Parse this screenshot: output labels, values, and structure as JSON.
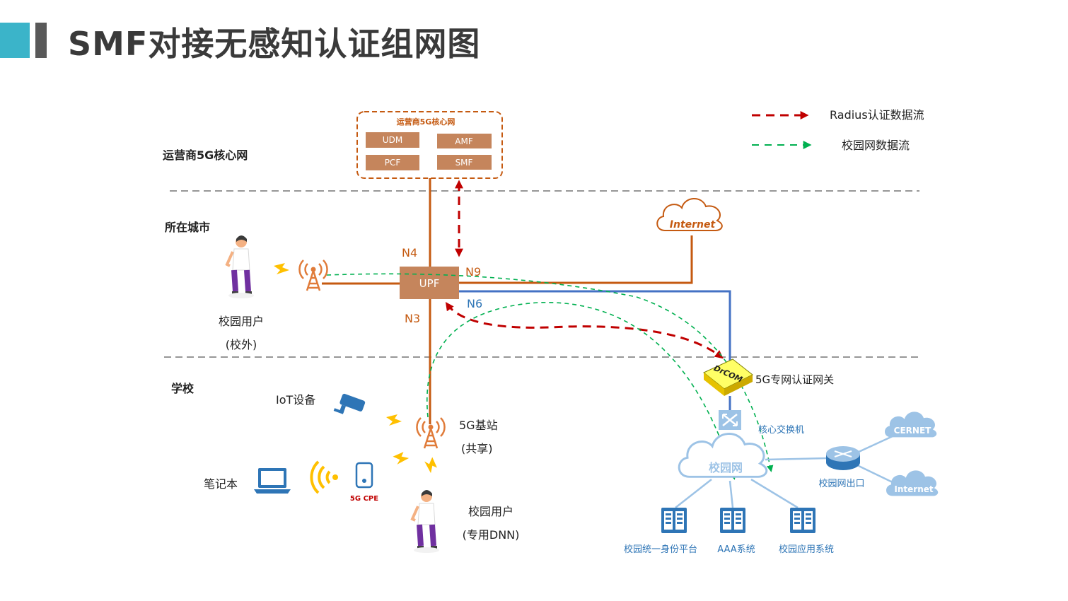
{
  "title": "SMF对接无感知认证组网图",
  "zones": {
    "core": "运营商5G核心网",
    "city": "所在城市",
    "school": "学校"
  },
  "core_box": {
    "label": "运营商5G核心网",
    "nf": [
      "UDM",
      "AMF",
      "PCF",
      "SMF"
    ]
  },
  "upf": "UPF",
  "interfaces": {
    "n4": "N4",
    "n9": "N9",
    "n6": "N6",
    "n3": "N3"
  },
  "internet_top": "Internet",
  "legend": {
    "radius": "Radius认证数据流",
    "campus": "校园网数据流"
  },
  "off_campus_user": {
    "line1": "校园用户",
    "line2": "(校外)"
  },
  "iot": "IoT设备",
  "laptop": "笔记本",
  "cpe": "5G CPE",
  "base_station": {
    "line1": "5G基站",
    "line2": "(共享)"
  },
  "dnn_user": {
    "line1": "校园用户",
    "line2": "(专用DNN)"
  },
  "gateway_logo": "DrCOM",
  "gateway": "5G专网认证网关",
  "core_switch": "核心交换机",
  "campus_net": "校园网",
  "exit_router": "校园网出口",
  "cernet": "CERNET",
  "internet_right": "Internet",
  "servers": [
    "校园统一身份平台",
    "AAA系统",
    "校园应用系统"
  ],
  "colors": {
    "core": "#c55a11",
    "nf_box": "#c5855c",
    "radius": "#c00000",
    "campus": "#00b050",
    "n6": "#4472c4",
    "network_blue": "#2e75b6",
    "cloud": "#9dc3e6"
  }
}
